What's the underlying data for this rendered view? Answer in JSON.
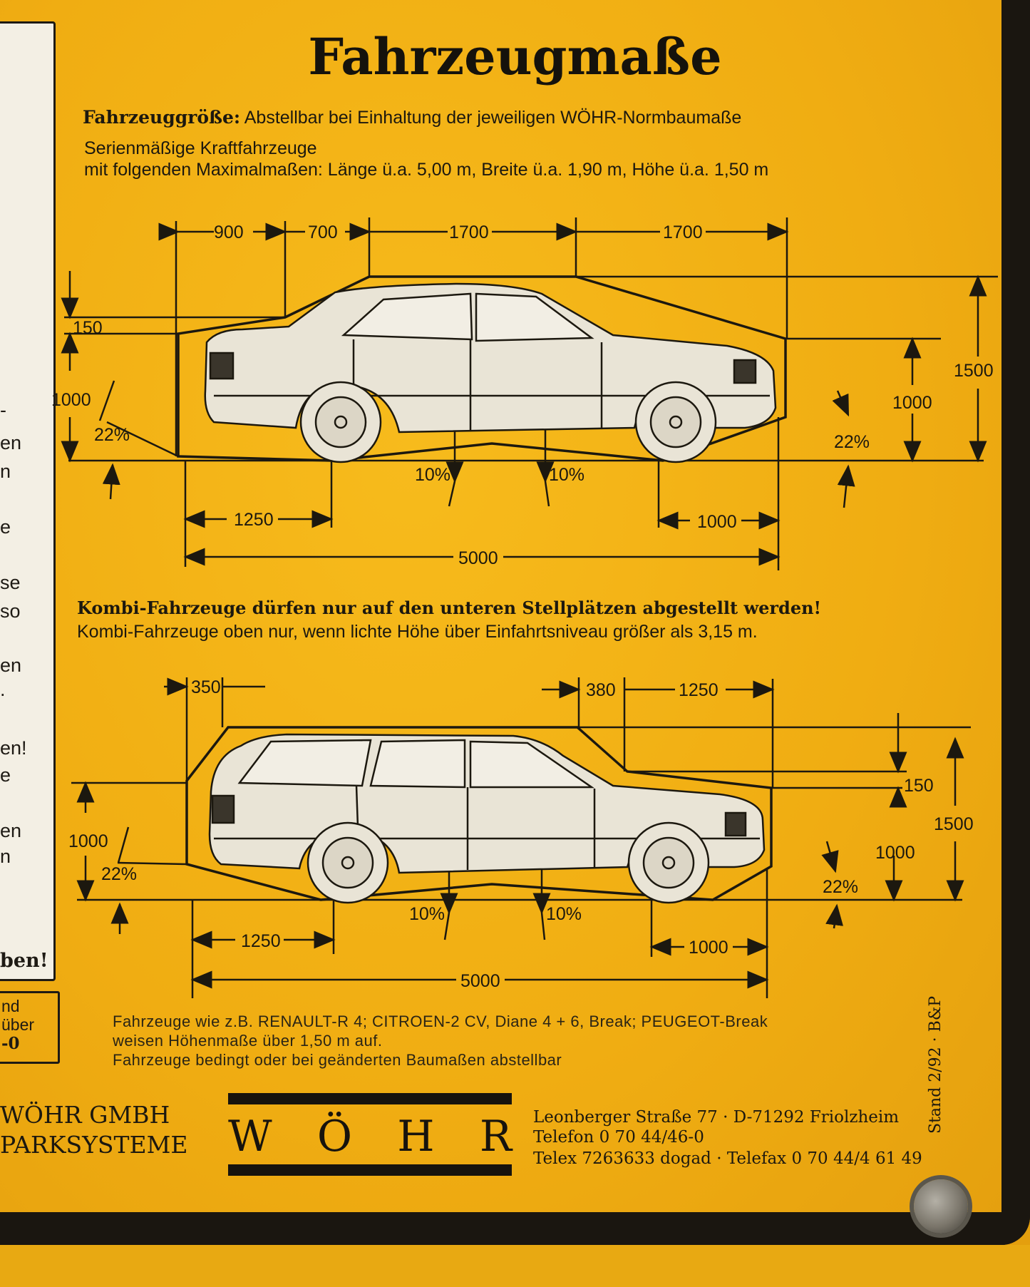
{
  "title": "Fahrzeugmaße",
  "intro": {
    "label": "Fahrzeuggröße:",
    "line1": "Abstellbar bei Einhaltung der jeweiligen WÖHR-Normbaumaße",
    "line2": "Serienmäßige Kraftfahrzeuge",
    "line3": "mit folgenden Maximalmaßen: Länge ü.a. 5,00 m, Breite ü.a. 1,90 m, Höhe ü.a. 1,50 m"
  },
  "sedan_dims": {
    "top": [
      "900",
      "700",
      "1700",
      "1700"
    ],
    "left_150": "150",
    "left_1000": "1000",
    "left_angle": "22%",
    "right_1000": "1000",
    "right_1500": "1500",
    "right_angle": "22%",
    "mid_left_angle": "10%",
    "mid_right_angle": "10%",
    "bottom_1250": "1250",
    "bottom_1000": "1000",
    "bottom_5000": "5000"
  },
  "kombi_notice": {
    "bold": "Kombi-Fahrzeuge dürfen nur auf den unteren Stellplätzen abgestellt werden!",
    "regular": "Kombi-Fahrzeuge oben nur, wenn lichte Höhe über Einfahrtsniveau größer als 3,15 m."
  },
  "kombi_dims": {
    "top_350": "350",
    "top_380": "380",
    "top_1250": "1250",
    "right_150": "150",
    "right_1500": "1500",
    "right_1000": "1000",
    "right_angle": "22%",
    "left_1000": "1000",
    "left_angle": "22%",
    "mid_left_angle": "10%",
    "mid_right_angle": "10%",
    "bottom_1250": "1250",
    "bottom_1000": "1000",
    "bottom_5000": "5000"
  },
  "footnote": {
    "line1": "Fahrzeuge wie z.B. RENAULT-R 4; CITROEN-2 CV, Diane 4 + 6, Break; PEUGEOT-Break",
    "line2": "weisen Höhenmaße über 1,50 m auf.",
    "line3": "Fahrzeuge bedingt oder bei geänderten Baumaßen abstellbar"
  },
  "company": {
    "line1": "WÖHR GMBH",
    "line2": "PARKSYSTEME"
  },
  "logo": [
    "W",
    "Ö",
    "H",
    "R"
  ],
  "address": {
    "line1": "Leonberger Straße 77 · D-71292 Friolzheim",
    "line2": "Telefon 0 70 44/46-0",
    "line3": "Telex 7263633 dogad · Telefax 0 70 44/4 61 49"
  },
  "stand": "Stand 2/92 · B&P",
  "left_fragments": [
    "-",
    "en",
    "n",
    "e",
    "se",
    "so",
    "en",
    ".",
    "en!",
    "e",
    "en",
    "n",
    "ben!"
  ],
  "left_box_fragments": [
    "nd",
    "über",
    "-0"
  ],
  "colors": {
    "sign_yellow": "#f0ad12",
    "ink": "#1c180f",
    "car_body": "#e9e4d6",
    "frame": "#1a1610"
  }
}
